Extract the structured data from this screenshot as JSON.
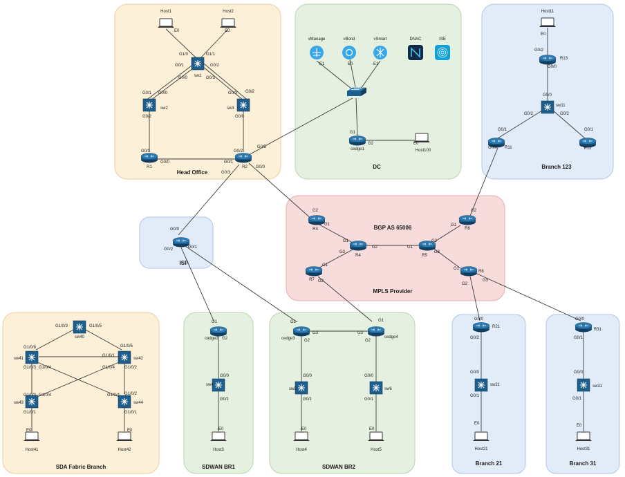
{
  "zones": {
    "head_office": "Head Office",
    "dc": "DC",
    "branch123": "Branch 123",
    "mpls": "MPLS Provider",
    "isp": "ISP",
    "sda": "SDA Fabric Branch",
    "sdwan_br1": "SDWAN BR1",
    "sdwan_br2": "SDWAN BR2",
    "branch21": "Branch 21",
    "branch31": "Branch 31"
  },
  "bgp_label": "BGP AS 65006",
  "colors": {
    "head_office_fill": "#fdf0d8",
    "head_office_stroke": "#e8cfa0",
    "dc_fill": "#e5f0e0",
    "dc_stroke": "#b9d4ae",
    "blue_fill": "#e2ebf8",
    "blue_stroke": "#b0c4e6",
    "mpls_fill": "#f8dcdc",
    "mpls_stroke": "#e6aeae",
    "device": "#1e5e8c",
    "controller": "#38a8e8"
  },
  "devices": {
    "host1": "Host1",
    "host2": "Host2",
    "sw1": "sw1",
    "sw2": "sw2",
    "sw3": "sw3",
    "r1": "R1",
    "r2": "R2",
    "vmanage": "vManage",
    "vbond": "vBond",
    "vsmart": "vSmart",
    "dnac": "DNAC",
    "ise": "ISE",
    "cedge1": "cedge1",
    "host100": "Host100",
    "host11": "Host11",
    "r13": "R13",
    "sw11": "sw11",
    "r11": "R11",
    "r12": "R12",
    "r3": "R3",
    "r4": "R4",
    "r5": "R5",
    "r6": "R6",
    "r7": "R7",
    "r8": "R8",
    "isp_router": "",
    "sw40": "sw40",
    "sw41": "sw41",
    "sw42": "sw42",
    "sw43": "sw43",
    "sw44": "sw44",
    "host41": "Host41",
    "host42": "Host42",
    "cedge2": "cedge2",
    "sw4": "sw4",
    "host3": "Host3",
    "cedge3": "cedge3",
    "cedge4": "cedge4",
    "sw5": "sw5",
    "sw6": "sw6",
    "host4": "Host4",
    "host5": "Host5",
    "r21": "R21",
    "sw21": "sw21",
    "host21": "Host21",
    "r31": "R31",
    "sw31": "sw31",
    "host31": "Host31"
  },
  "ifaces": {
    "host1_e0": "E0",
    "host2_e0": "E0",
    "sw1_g10": "G1/0",
    "sw1_g11": "G1/1",
    "sw1_g01": "G0/1",
    "sw1_g02": "G0/2",
    "sw1_g00": "G0/0",
    "sw1_g03": "G0/3",
    "sw2_g01": "G0/1",
    "sw2_g00": "G0/0",
    "sw2_g02": "G0/2",
    "sw3_g03": "G0/3",
    "sw3_g02": "G0/2",
    "sw3_g00": "G0/0",
    "r1_g01": "G0/1",
    "r1_g00": "G0/0",
    "r2_g02": "G0/2",
    "r2_g05": "G0/5",
    "r2_g01": "G0/1",
    "r2_g00": "G0/0",
    "r2_g03": "G0/3",
    "vmanage_e1": "E1",
    "vbond_e0": "E0",
    "vsmart_e1": "E1",
    "cedge1_g1": "G1",
    "cedge1_g2": "G2",
    "host100_e0": "E0",
    "host11_e0": "E0",
    "r13_g02": "G0/2",
    "r13_g00": "G0/0",
    "sw11_g00": "G0/0",
    "sw11_g02a": "G0/2",
    "sw11_g02b": "G0/2",
    "r11_g01": "G0/1",
    "r11_g00": "G0/0",
    "r12_g01": "G0/1",
    "r3_g2": "G2",
    "r3_g1": "G1",
    "r4_g1": "G1",
    "r4_g3": "G3",
    "r4_g2": "G2",
    "r5_g1": "G1",
    "r5_g2": "G2",
    "r5_g3": "G3",
    "r6_g1": "G1",
    "r6_g2": "G2",
    "r7_g1": "G1",
    "r7_g2": "G2",
    "r8_g1": "G1",
    "r8_g2": "G2",
    "r8_g3": "G3",
    "isp_g00": "G0/0",
    "isp_g02": "G0/2",
    "isp_g01": "G0/1",
    "sw40_g103": "G1/0/3",
    "sw40_g105": "G1/0/5",
    "sw41_g108": "G1/0/8",
    "sw41_g103": "G1/0/3",
    "sw41_g104": "G1/0/4",
    "sw42_g105": "G1/0/5",
    "sw42_g101": "G1/0/1",
    "sw42_g104": "G1/0/4",
    "sw42_g102": "G1/0/2",
    "sw43_g103": "G1/0/3",
    "sw43_g104": "G1/0/4",
    "sw43_g101": "G1/0/1",
    "sw44_g104": "G1/0/4",
    "sw44_g102": "G1/0/2",
    "sw44_g101": "G1/0/1",
    "host41_e0": "E0",
    "host42_e0": "E0",
    "cedge2_g1": "G1",
    "cedge2_g2": "G2",
    "sw4_g00": "G0/0",
    "sw4_g01": "G0/1",
    "host3_e0": "E0",
    "cedge3_g1": "G1",
    "cedge3_g3": "G3",
    "cedge3_g2": "G2",
    "cedge4_g1": "G1",
    "cedge4_g3": "G3",
    "cedge4_g2": "G2",
    "sw5_g00": "G0/0",
    "sw5_g01": "G0/1",
    "sw6_g00": "G0/0",
    "sw6_g01": "G0/1",
    "host4_e0": "E0",
    "host5_e0": "E0",
    "r21_g00": "G0/0",
    "r21_g02": "G0/2",
    "sw21_g00": "G0/0",
    "sw21_g01": "G0/1",
    "host21_e0": "E0",
    "r31_g00": "G0/0",
    "r31_g01": "G0/1",
    "sw31_g00": "G0/0",
    "sw31_g01": "G0/1",
    "host31_e0": "E0"
  }
}
